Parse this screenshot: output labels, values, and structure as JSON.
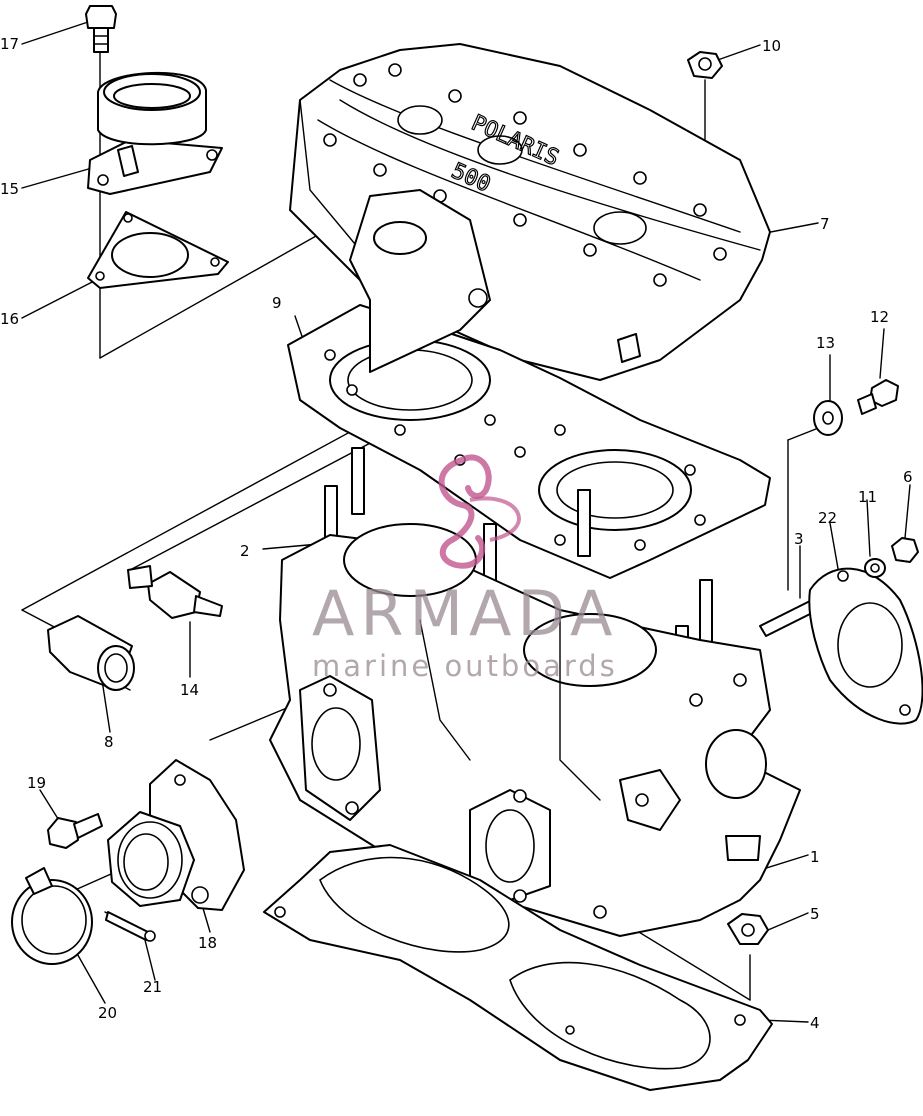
{
  "diagram": {
    "callouts": [
      {
        "id": "c1",
        "label": "1"
      },
      {
        "id": "c2",
        "label": "2"
      },
      {
        "id": "c3",
        "label": "3"
      },
      {
        "id": "c4",
        "label": "4"
      },
      {
        "id": "c5",
        "label": "5"
      },
      {
        "id": "c6",
        "label": "6"
      },
      {
        "id": "c7",
        "label": "7"
      },
      {
        "id": "c8",
        "label": "8"
      },
      {
        "id": "c9",
        "label": "9"
      },
      {
        "id": "c10",
        "label": "10"
      },
      {
        "id": "c11",
        "label": "11"
      },
      {
        "id": "c12",
        "label": "12"
      },
      {
        "id": "c13",
        "label": "13"
      },
      {
        "id": "c14",
        "label": "14"
      },
      {
        "id": "c15",
        "label": "15"
      },
      {
        "id": "c16",
        "label": "16"
      },
      {
        "id": "c17",
        "label": "17"
      },
      {
        "id": "c18",
        "label": "18"
      },
      {
        "id": "c19",
        "label": "19"
      },
      {
        "id": "c20",
        "label": "20"
      },
      {
        "id": "c21",
        "label": "21"
      },
      {
        "id": "c22",
        "label": "22"
      }
    ],
    "head_cover_text": {
      "brand": "POLARIS",
      "model": "500"
    }
  },
  "watermark": {
    "name": "ARMADA",
    "tagline": "marine outboards",
    "color": "#c0568e"
  }
}
